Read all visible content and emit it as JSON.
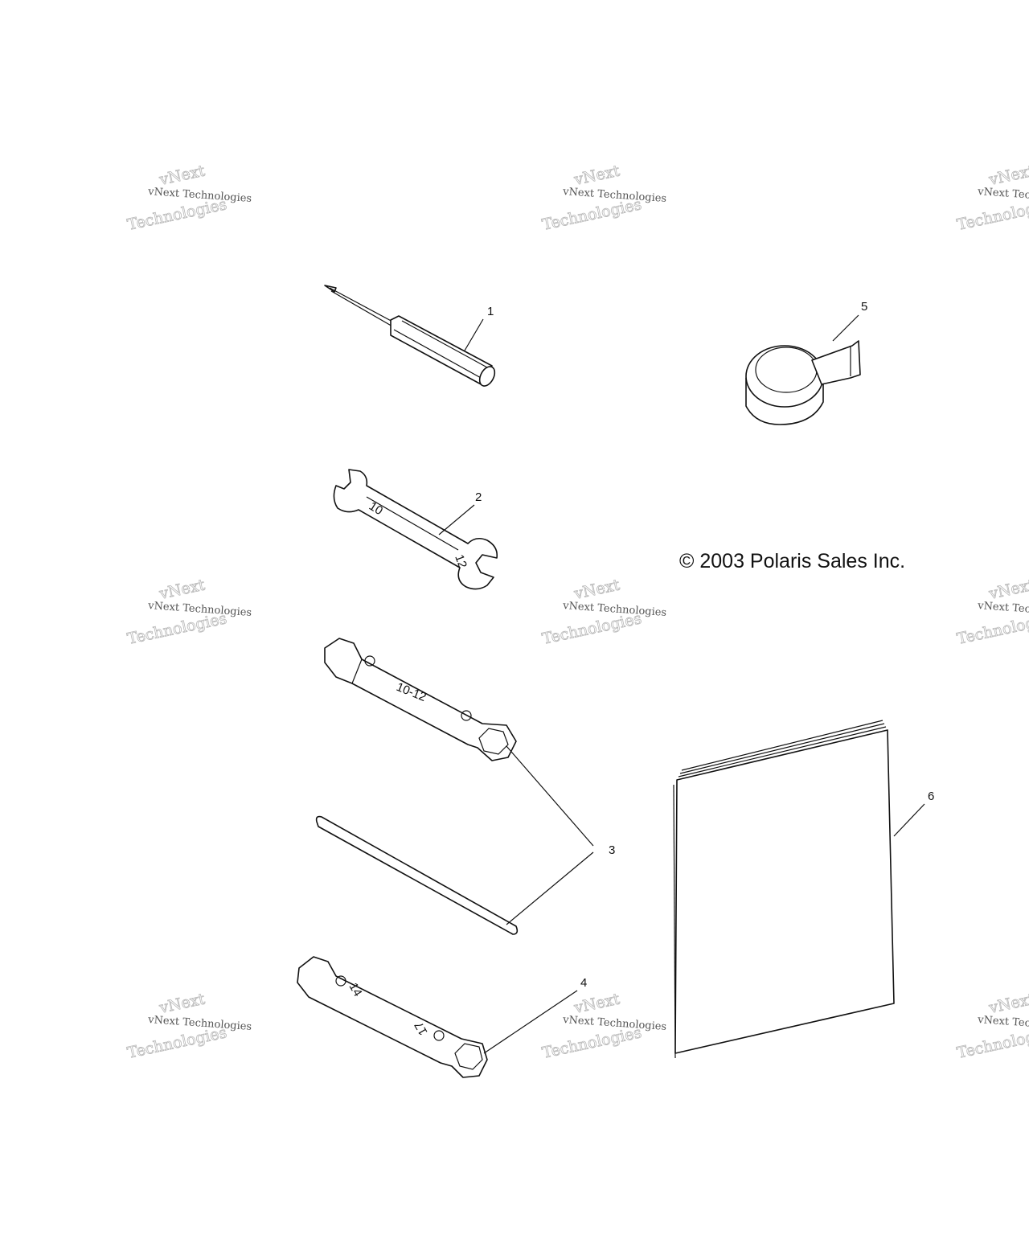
{
  "watermark": {
    "line1": "vNext",
    "line2": "vNext Technologies",
    "line3": "Technologies"
  },
  "copyright": "© 2003 Polaris Sales Inc.",
  "parts": [
    {
      "id": "screwdriver",
      "label": "1"
    },
    {
      "id": "open-end-wrench",
      "label": "2",
      "markings": [
        "10",
        "12"
      ]
    },
    {
      "id": "socket-wrench-10-12",
      "label": "3",
      "markings": [
        "10-12"
      ]
    },
    {
      "id": "socket-wrench-14-17",
      "label": "4",
      "markings": [
        "14",
        "17"
      ]
    },
    {
      "id": "tape-roll",
      "label": "5"
    },
    {
      "id": "owners-manual",
      "label": "6"
    }
  ]
}
